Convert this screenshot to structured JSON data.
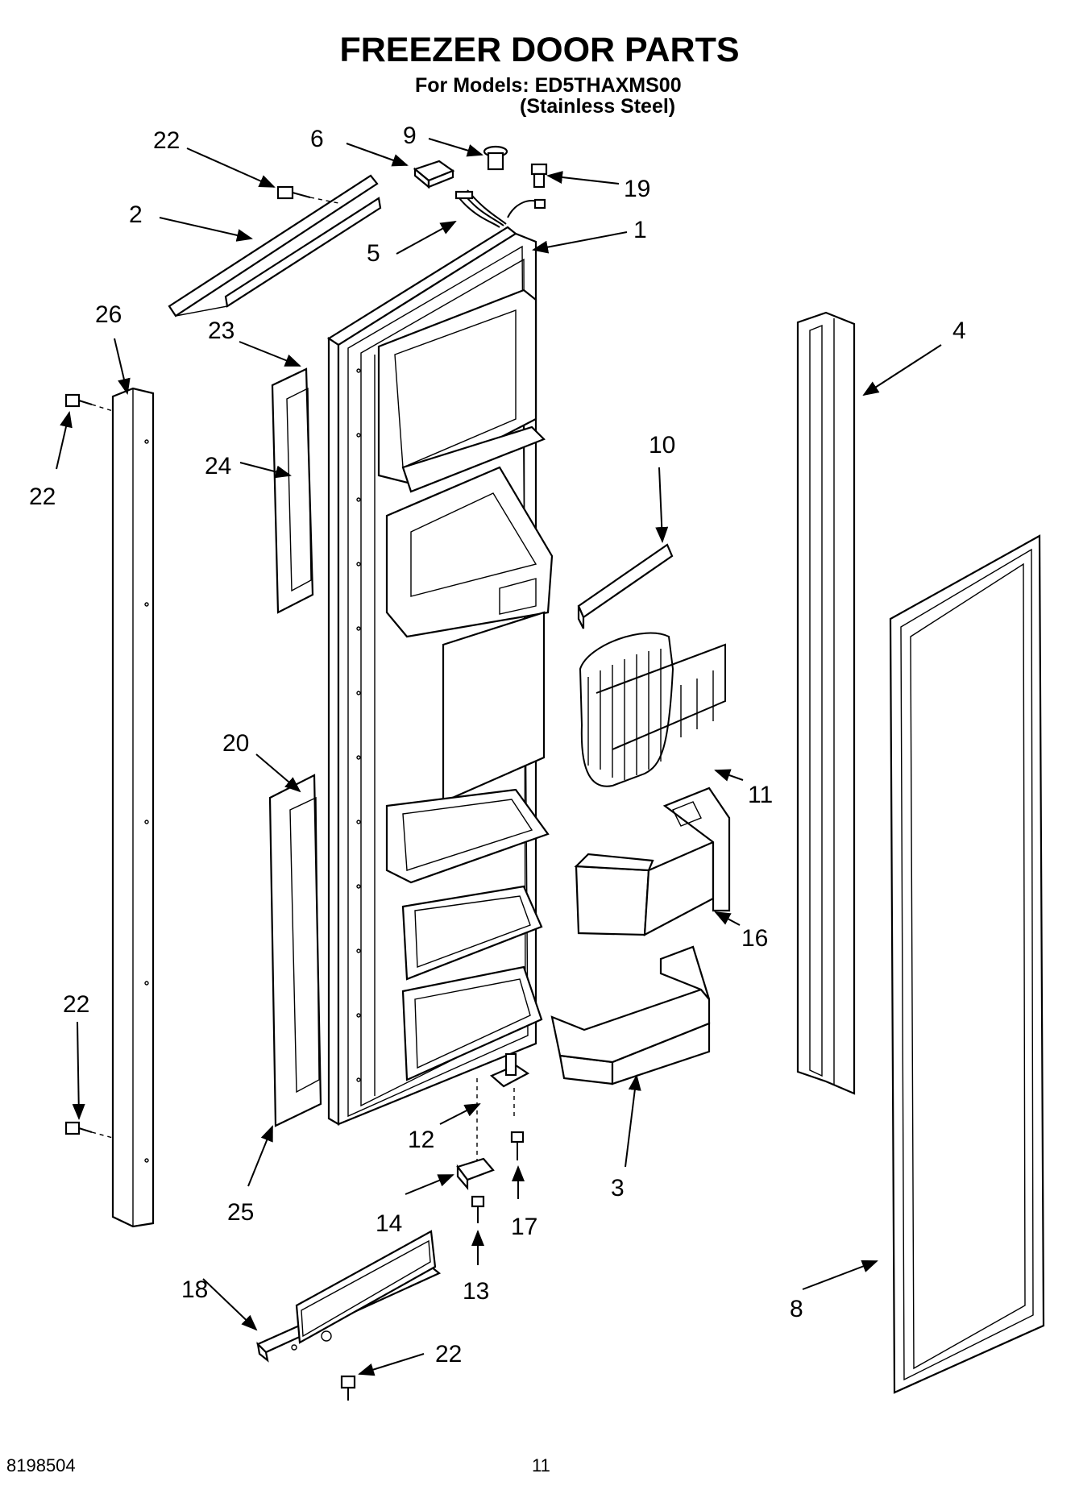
{
  "header": {
    "title": "FREEZER DOOR PARTS",
    "models": "For Models: ED5THAXMS00",
    "finish": "(Stainless Steel)"
  },
  "footer": {
    "doc_number": "8198504",
    "page_number": "11"
  },
  "callouts": {
    "c1": "1",
    "c2": "2",
    "c3": "3",
    "c4": "4",
    "c5": "5",
    "c6": "6",
    "c8": "8",
    "c9": "9",
    "c10": "10",
    "c11": "11",
    "c12": "12",
    "c13": "13",
    "c14": "14",
    "c16": "16",
    "c17": "17",
    "c18": "18",
    "c19": "19",
    "c20": "20",
    "c22a": "22",
    "c22b": "22",
    "c22c": "22",
    "c22d": "22",
    "c23": "23",
    "c24": "24",
    "c25": "25",
    "c26": "26"
  }
}
